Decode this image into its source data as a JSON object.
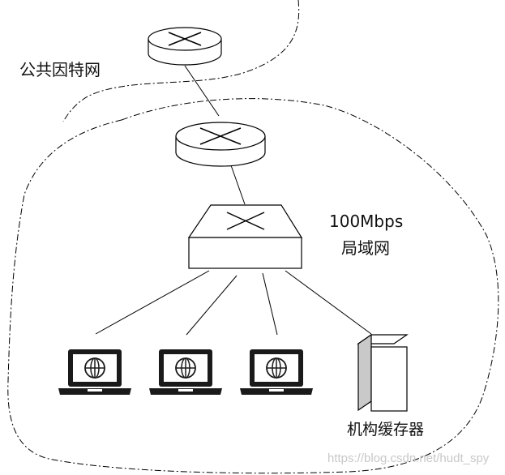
{
  "labels": {
    "public_internet": "公共因特网",
    "lan_speed": "100Mbps",
    "lan_name": "局域网",
    "institutional_cache": "机构缓存器"
  },
  "watermark": "https://blog.csdn.net/hudt_spy",
  "colors": {
    "stroke": "#000000",
    "background": "#ffffff",
    "server_side": "#c9c9c9",
    "laptop_screen": "#1a1a1a",
    "watermark": "#c8c8c8"
  },
  "icons": {
    "router_top": "router-icon",
    "router_mid": "router-icon",
    "switch": "switch-icon",
    "laptops": [
      "laptop-icon",
      "laptop-icon",
      "laptop-icon"
    ],
    "cache_server": "server-icon"
  }
}
